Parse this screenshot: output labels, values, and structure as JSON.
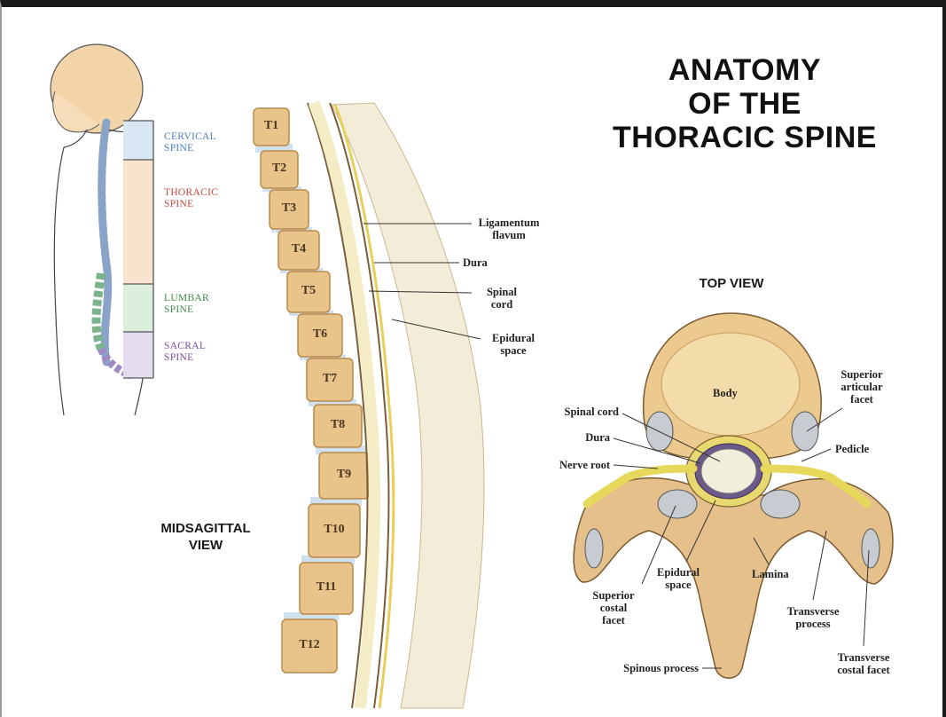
{
  "title": {
    "line1": "ANATOMY",
    "line2": "OF THE",
    "line3": "THORACIC SPINE"
  },
  "midsagittal_label": {
    "line1": "MIDSAGITTAL",
    "line2": "VIEW"
  },
  "top_view_label": "TOP VIEW",
  "regions": {
    "cervical": {
      "line1": "CERVICAL",
      "line2": "SPINE",
      "color": "#4a7fc1"
    },
    "thoracic": {
      "line1": "THORACIC",
      "line2": "SPINE",
      "color": "#c44a3a"
    },
    "lumbar": {
      "line1": "LUMBAR",
      "line2": "SPINE",
      "color": "#3f8a4e"
    },
    "sacral": {
      "line1": "SACRAL",
      "line2": "SPINE",
      "color": "#7a4aa0"
    }
  },
  "vertebrae": [
    "T1",
    "T2",
    "T3",
    "T4",
    "T5",
    "T6",
    "T7",
    "T8",
    "T9",
    "T10",
    "T11",
    "T12"
  ],
  "sagittal_labels": {
    "ligamentum": {
      "line1": "Ligamentum",
      "line2": "flavum"
    },
    "dura": "Dura",
    "spinal_cord": {
      "line1": "Spinal",
      "line2": "cord"
    },
    "epidural": {
      "line1": "Epidural",
      "line2": "space"
    }
  },
  "top_labels": {
    "body": "Body",
    "superior_articular": {
      "line1": "Superior",
      "line2": "articular",
      "line3": "facet"
    },
    "spinal_cord": "Spinal cord",
    "dura": "Dura",
    "nerve_root": "Nerve root",
    "pedicle": "Pedicle",
    "superior_costal": {
      "line1": "Superior",
      "line2": "costal",
      "line3": "facet"
    },
    "epidural": {
      "line1": "Epidural",
      "line2": "space"
    },
    "lamina": "Lamina",
    "transverse_process": {
      "line1": "Transverse",
      "line2": "process"
    },
    "spinous_process": "Spinous process",
    "transverse_costal": {
      "line1": "Transverse",
      "line2": "costal facet"
    }
  },
  "colors": {
    "bone": "#e8c48a",
    "bone_dark": "#b98a4a",
    "disc": "#cfe0ee",
    "cord": "#f4ecc8",
    "nerve": "#e8d85a"
  }
}
